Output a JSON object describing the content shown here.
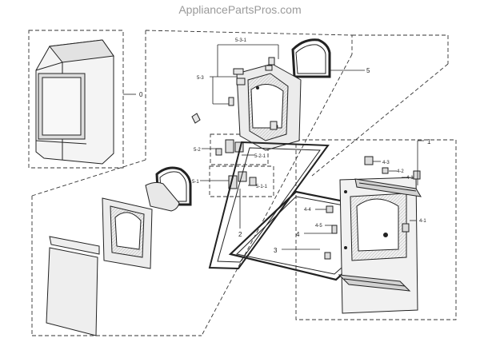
{
  "watermark": "AppliancePartsPros.com",
  "callouts": {
    "c0": "0",
    "c1": "1",
    "c2": "2",
    "c3": "3",
    "c4": "4",
    "c41": "4-1",
    "c41b": "4-1",
    "c42": "4-2",
    "c43": "4-3",
    "c44": "4-4",
    "c45": "4-5",
    "c5": "5",
    "c51": "5-1",
    "c511": "5-1-1",
    "c52": "5-2",
    "c521": "5-2-1",
    "c53": "5-3",
    "c531": "5-3-1"
  },
  "colors": {
    "line": "#222222",
    "part_fill": "#f4f4f4",
    "shade": "#c8c8c8",
    "watermark": "#9a9a9a"
  }
}
